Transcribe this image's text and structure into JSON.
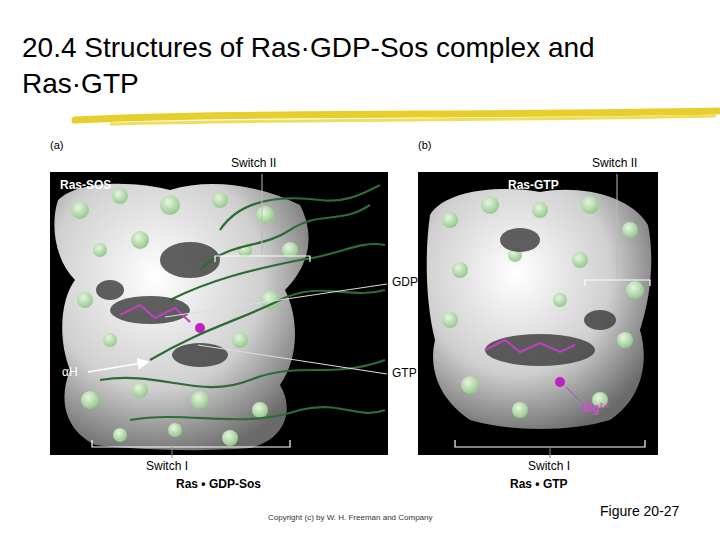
{
  "diagram": {
    "title": "20.4 Structures of Ras·GDP-Sos complex and Ras·GTP",
    "caption": "Figure 20-27",
    "labels": [
      "(a)",
      "(b)",
      "Switch II",
      "Ras-SOS",
      "GDP",
      "αH",
      "GTP",
      "Switch I",
      "Ras • GDP-Sos",
      "Switch II",
      "Ras-GTP",
      "Mg²⁺",
      "Switch I",
      "Ras • GTP",
      "Copyright (c) by W. H. Freeman and Company"
    ]
  }
}
